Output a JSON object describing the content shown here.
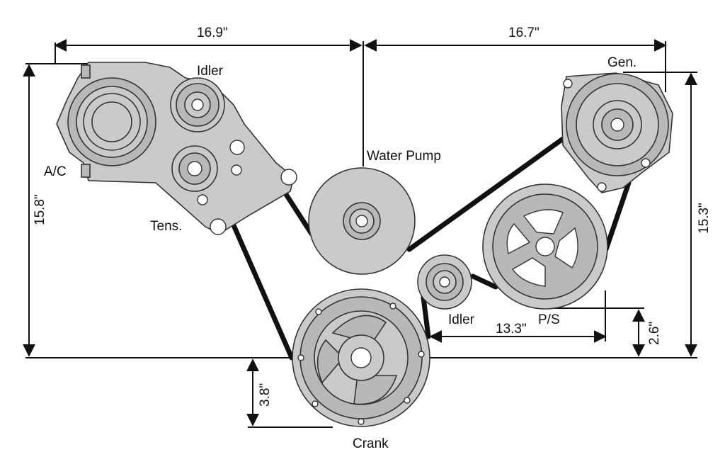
{
  "labels": {
    "idler_top": "Idler",
    "ac": "A/C",
    "tens": "Tens.",
    "water_pump": "Water Pump",
    "gen": "Gen.",
    "idler_bottom": "Idler",
    "ps": "P/S",
    "crank": "Crank"
  },
  "dimensions": {
    "top_left": "16.9\"",
    "top_right": "16.7\"",
    "left_height": "15.8\"",
    "right_height": "15.3\"",
    "crank_offset": "3.8\"",
    "idler_width": "13.3\"",
    "ps_offset": "2.6\""
  },
  "colors": {
    "part_fill": "#c9cacb",
    "belt": "#111111"
  }
}
